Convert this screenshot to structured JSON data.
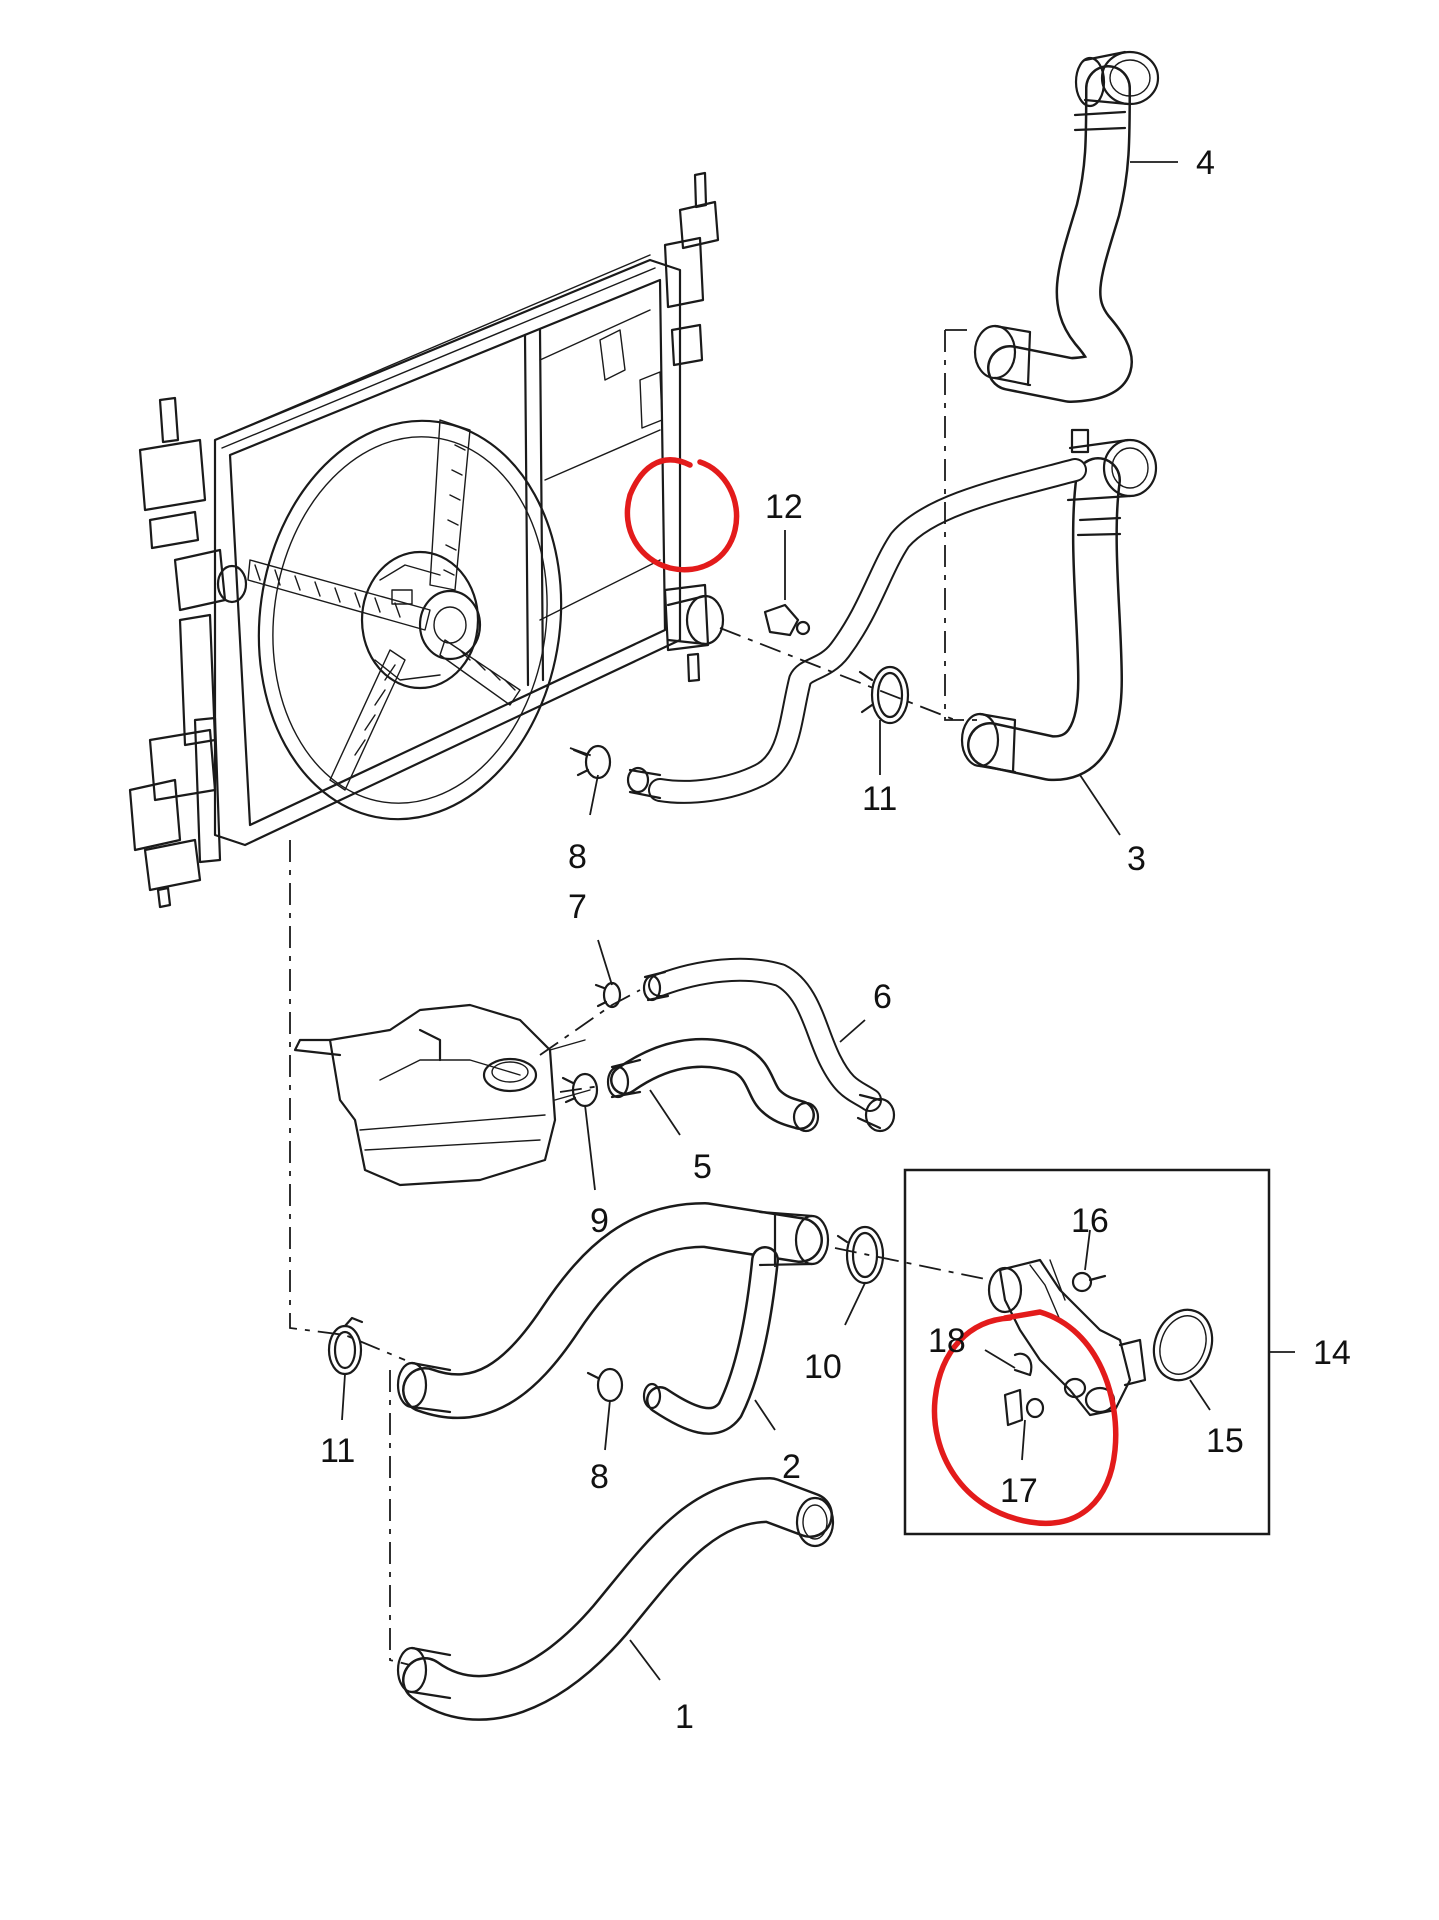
{
  "diagram": {
    "callouts": [
      {
        "id": "c1",
        "text": "1"
      },
      {
        "id": "c2",
        "text": "2"
      },
      {
        "id": "c3",
        "text": "3"
      },
      {
        "id": "c4",
        "text": "4"
      },
      {
        "id": "c5",
        "text": "5"
      },
      {
        "id": "c6",
        "text": "6"
      },
      {
        "id": "c7",
        "text": "7"
      },
      {
        "id": "c8a",
        "text": "8"
      },
      {
        "id": "c8b",
        "text": "8"
      },
      {
        "id": "c9",
        "text": "9"
      },
      {
        "id": "c10",
        "text": "10"
      },
      {
        "id": "c11a",
        "text": "11"
      },
      {
        "id": "c11b",
        "text": "11"
      },
      {
        "id": "c12",
        "text": "12"
      },
      {
        "id": "c14",
        "text": "14"
      },
      {
        "id": "c15",
        "text": "15"
      },
      {
        "id": "c16",
        "text": "16"
      },
      {
        "id": "c17",
        "text": "17"
      },
      {
        "id": "c18",
        "text": "18"
      }
    ],
    "colors": {
      "line": "#1a1a1a",
      "background": "#ffffff",
      "highlight": "#e31b1b"
    }
  }
}
